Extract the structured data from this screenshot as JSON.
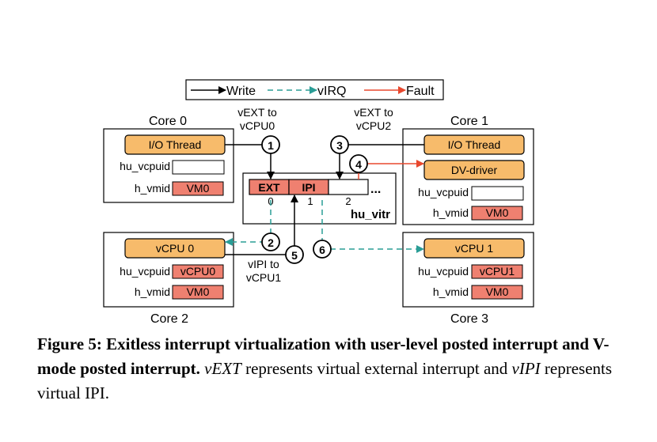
{
  "legend": {
    "write": "Write",
    "virq": "vIRQ",
    "fault": "Fault"
  },
  "colors": {
    "orange_box": "#f7bb6b",
    "red_box": "#ef8070",
    "fault_arrow": "#e8482e",
    "virq_arrow": "#2a9d96",
    "line": "#000000"
  },
  "cores": {
    "core0": {
      "title": "Core 0",
      "thread": "I/O Thread",
      "vcpuid_label": "hu_vcpuid",
      "vcpuid_value": "",
      "vmid_label": "h_vmid",
      "vmid_value": "VM0"
    },
    "core1": {
      "title": "Core 1",
      "thread": "I/O Thread",
      "driver": "DV-driver",
      "vcpuid_label": "hu_vcpuid",
      "vcpuid_value": "",
      "vmid_label": "h_vmid",
      "vmid_value": "VM0"
    },
    "core2": {
      "title": "Core 2",
      "vcpu": "vCPU 0",
      "vcpuid_label": "hu_vcpuid",
      "vcpuid_value": "vCPU0",
      "vmid_label": "h_vmid",
      "vmid_value": "VM0"
    },
    "core3": {
      "title": "Core 3",
      "vcpu": "vCPU 1",
      "vcpuid_label": "hu_vcpuid",
      "vcpuid_value": "vCPU1",
      "vmid_label": "h_vmid",
      "vmid_value": "VM0"
    }
  },
  "vitr": {
    "name": "hu_vitr",
    "cells": [
      "EXT",
      "IPI",
      ""
    ],
    "indices": [
      "0",
      "1",
      "2"
    ],
    "ellipsis": "..."
  },
  "annotations": {
    "vext_vcpu0_line1": "vEXT to",
    "vext_vcpu0_line2": "vCPU0",
    "vext_vcpu2_line1": "vEXT to",
    "vext_vcpu2_line2": "vCPU2",
    "vipi_line1": "vIPI to",
    "vipi_line2": "vCPU1"
  },
  "steps": [
    "1",
    "2",
    "3",
    "4",
    "5",
    "6"
  ],
  "caption": {
    "bold": "Figure 5: Exitless interrupt virtualization with user-level posted interrupt and V-mode posted interrupt.",
    "t1": " ",
    "i1": "vEXT",
    "t2": " represents virtual external interrupt and ",
    "i2": "vIPI",
    "t3": " represents virtual IPI."
  }
}
